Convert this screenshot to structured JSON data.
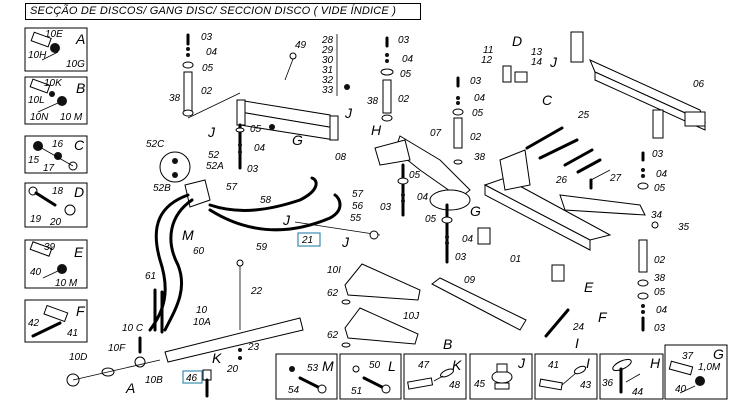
{
  "title": "SECÇÃO DE DISCOS/ GANG DISC/ SECCION DISCO ( VIDE ÍNDICE )",
  "detail_boxes_left": [
    {
      "letter": "A",
      "parts": [
        "10E",
        "10H",
        "10G"
      ]
    },
    {
      "letter": "B",
      "parts": [
        "10K",
        "10L",
        "10N",
        "10 M"
      ]
    },
    {
      "letter": "C",
      "parts": [
        "16",
        "15",
        "17"
      ]
    },
    {
      "letter": "D",
      "parts": [
        "18",
        "19",
        "20"
      ]
    },
    {
      "letter": "E",
      "parts": [
        "39",
        "40",
        "10 M"
      ]
    },
    {
      "letter": "F",
      "parts": [
        "42",
        "41"
      ]
    }
  ],
  "detail_boxes_bottom": [
    {
      "letter": "M",
      "parts": [
        "53",
        "54"
      ]
    },
    {
      "letter": "L",
      "parts": [
        "50",
        "51"
      ]
    },
    {
      "letter": "K",
      "parts": [
        "47",
        "48"
      ]
    },
    {
      "letter": "J",
      "parts": [
        "45"
      ]
    },
    {
      "letter": "I",
      "parts": [
        "41",
        "43"
      ]
    },
    {
      "letter": "H",
      "parts": [
        "36",
        "44"
      ]
    },
    {
      "letter": "G",
      "parts": [
        "37",
        "1,0M",
        "40"
      ]
    }
  ],
  "highlighted_parts": [
    "21",
    "46"
  ],
  "callouts": {
    "col1": [
      "03",
      "04",
      "05",
      "02",
      "38"
    ],
    "p49": "49",
    "stack_28_33": [
      "28",
      "29",
      "30",
      "31",
      "32",
      "33"
    ],
    "arm": [
      "05",
      "04",
      "03",
      "08",
      "J",
      "G",
      "J"
    ],
    "col2": [
      "03",
      "04",
      "05",
      "38",
      "02"
    ],
    "col3": [
      "03",
      "04",
      "05",
      "02",
      "38"
    ],
    "clamp": [
      "11",
      "12",
      "13",
      "14",
      "D",
      "J",
      "C"
    ],
    "frame": [
      "06",
      "07",
      "01",
      "H",
      "G"
    ],
    "mid_col": [
      "05",
      "04",
      "03",
      "05",
      "04",
      "03"
    ],
    "tools": [
      "25",
      "26",
      "27"
    ],
    "right_col": [
      "03",
      "04",
      "05",
      "34",
      "35",
      "02",
      "38",
      "05",
      "04",
      "03"
    ],
    "hydraulic": [
      "52C",
      "52",
      "52A",
      "52B",
      "57",
      "58",
      "59",
      "60",
      "61",
      "57",
      "56",
      "55",
      "M",
      "J",
      "J"
    ],
    "plates": [
      "10I",
      "62",
      "10J",
      "62",
      "B",
      "09"
    ],
    "bottom_right": [
      "E",
      "F",
      "24",
      "I"
    ],
    "spring": [
      "22",
      "10",
      "10A",
      "23",
      "20",
      "K",
      "10 C",
      "10F",
      "10D",
      "10B",
      "A"
    ]
  }
}
